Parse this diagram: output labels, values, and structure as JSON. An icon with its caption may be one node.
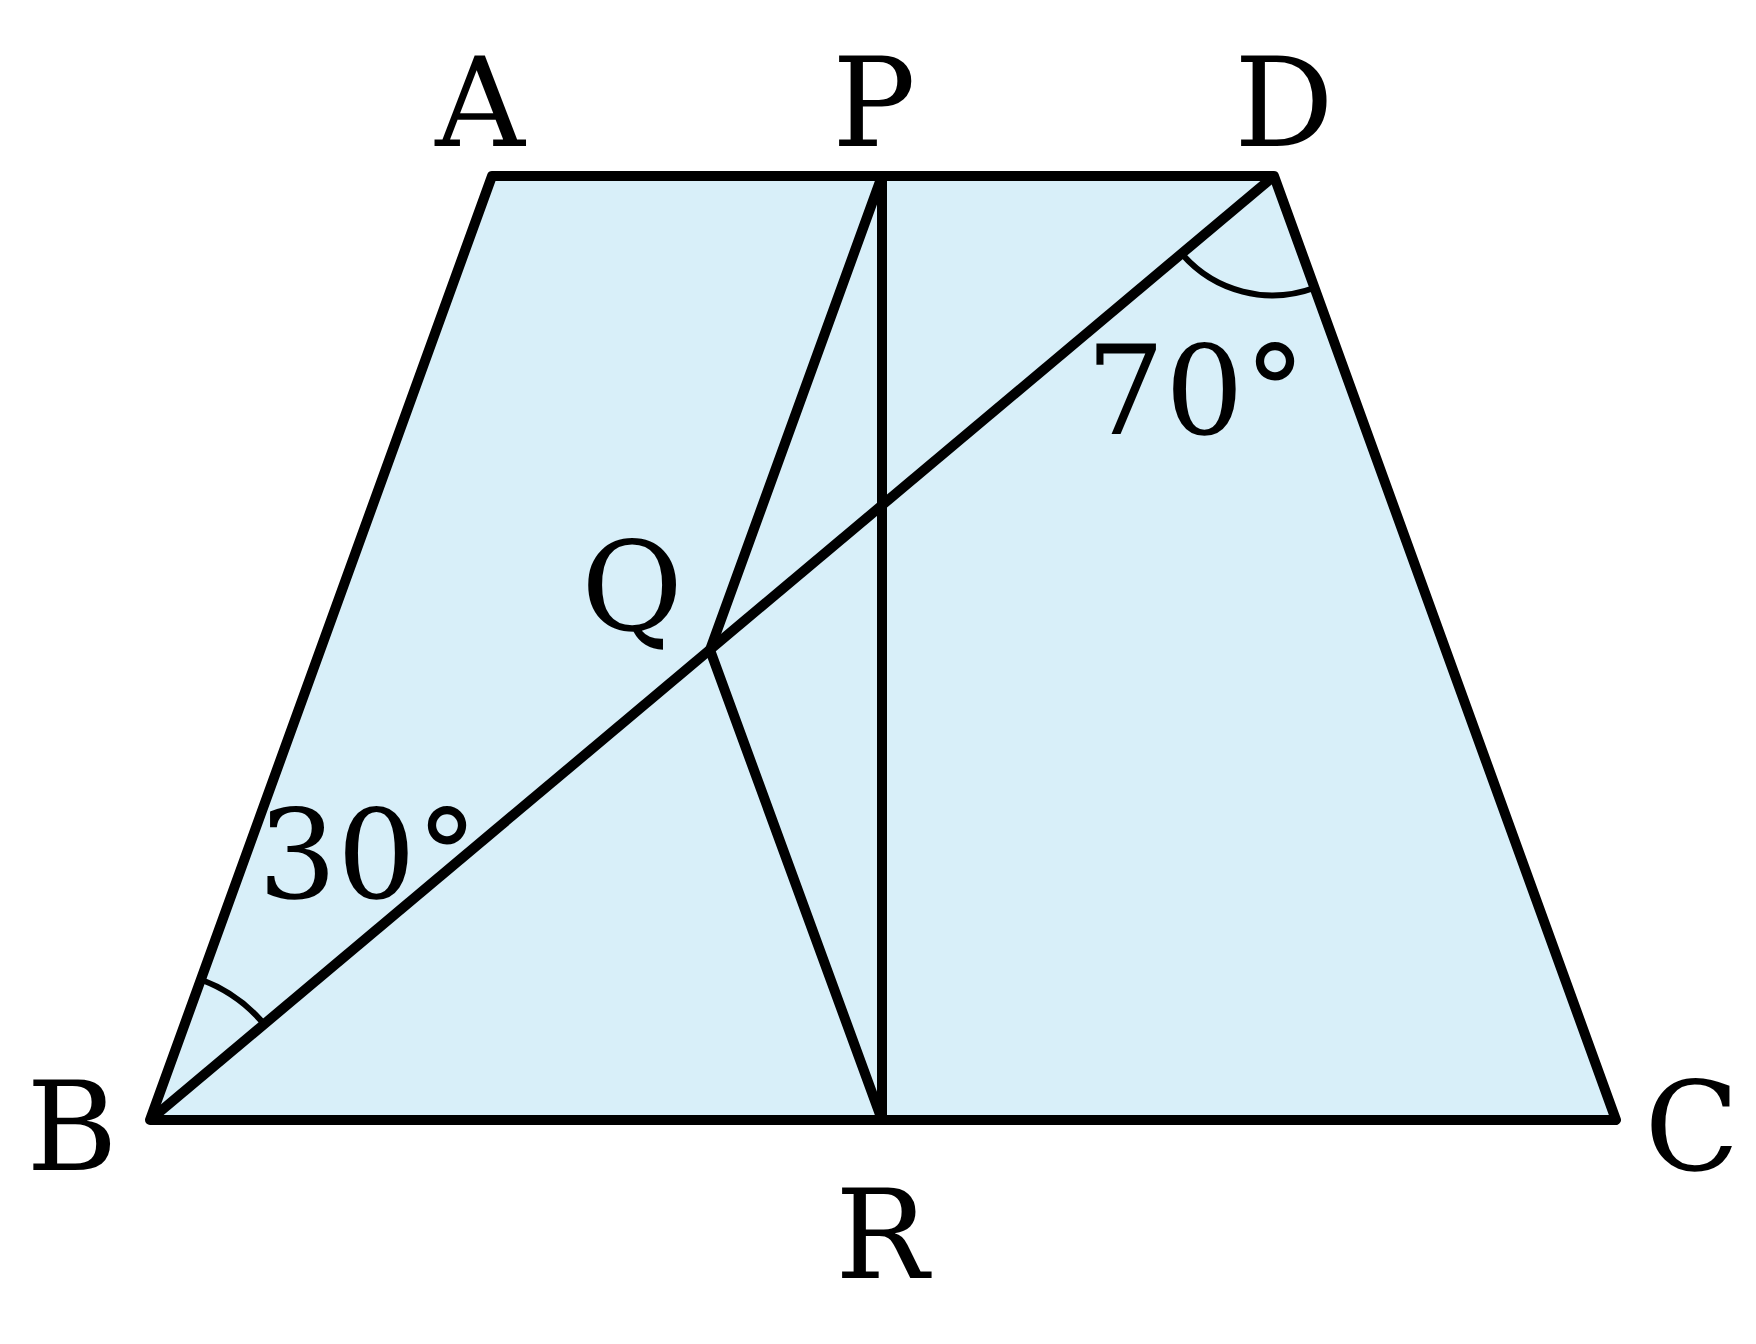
{
  "diagram": {
    "labels": [
      "A",
      "P",
      "D",
      "Q",
      "30°",
      "70°",
      "B",
      "R",
      "C"
    ]
  }
}
